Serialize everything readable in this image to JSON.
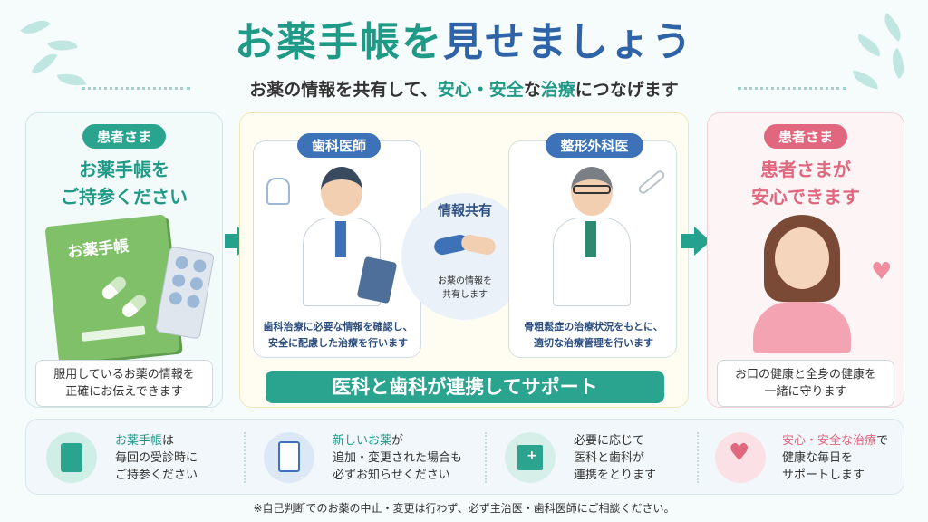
{
  "title": {
    "part1": "お薬手帳を",
    "part2": "見せましょう"
  },
  "subtitle": {
    "part1": "お薬の情報を共有して、",
    "highlight1": "安心・安全",
    "part2": "な",
    "highlight2": "治療",
    "part3": "につなげます"
  },
  "left_panel": {
    "pill": "患者さま",
    "heading_line1": "お薬手帳を",
    "heading_line2": "ご持参ください",
    "book_label": "お薬手帳",
    "note_line1": "服用しているお薬の情報を",
    "note_line2": "正確にお伝えできます"
  },
  "center_panel": {
    "dentist_pill": "歯科医師",
    "ortho_pill": "整形外科医",
    "share_title": "情報共有",
    "share_line1": "お薬の情報を",
    "share_line2": "共有します",
    "dentist_line1": "歯科治療に必要な情報を確認し、",
    "dentist_line2": "安全に配慮した治療を行います",
    "ortho_line1": "骨粗鬆症の治療状況をもとに、",
    "ortho_line2": "適切な治療管理を行います",
    "banner": "医科と歯科が連携してサポート"
  },
  "right_panel": {
    "pill": "患者さま",
    "heading_line1": "患者さまが",
    "heading_line2": "安心できます",
    "note_line1": "お口の健康と全身の健康を",
    "note_line2": "一緒に守ります"
  },
  "bottom": [
    {
      "icon": "notebook-icon",
      "line1_em": "お薬手帳",
      "line1": "は",
      "line2": "毎回の受診時に",
      "line3": "ご持参ください"
    },
    {
      "icon": "clipboard-pill-icon",
      "line1_em": "新しいお薬",
      "line1": "が",
      "line2": "追加・変更された場合も",
      "line3": "必ずお知らせください"
    },
    {
      "icon": "hospital-icon",
      "line1_em": "",
      "line1": "必要に応じて",
      "line2": "医科と歯科が",
      "line3": "連携をとります"
    },
    {
      "icon": "heart-hands-icon",
      "line1_em": "安心・安全な治療",
      "line1": "で",
      "line2": "健康な毎日を",
      "line3": "サポートします"
    }
  ],
  "footnote": "※自己判断でのお薬の中止・変更は行わず、必ず主治医・歯科医師にご相談ください。",
  "colors": {
    "teal": "#1f9a86",
    "blue": "#2f63a8",
    "pink": "#e0677e"
  }
}
